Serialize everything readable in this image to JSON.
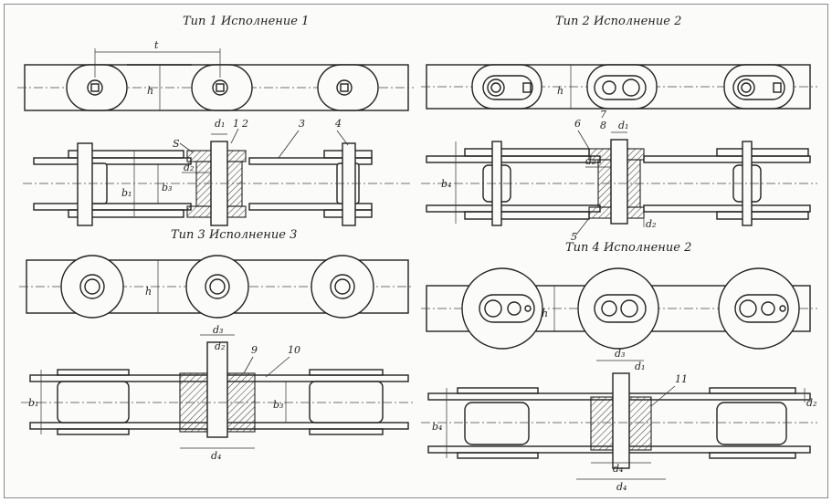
{
  "titles": {
    "type1": "Тип 1  Исполнение 1",
    "type2": "Тип 2  Исполнение 2",
    "type3": "Тип 3  Исполнение 3",
    "type4": "Тип 4  Исполнение 2"
  },
  "labels": {
    "t": "t",
    "h": "h",
    "d1": "d₁",
    "d2": "d₂",
    "d3": "d₃",
    "d4": "d₄",
    "b1": "b₁",
    "b3": "b₃",
    "b4": "b₄",
    "s": "S",
    "n1": "1",
    "n2": "2",
    "n3": "3",
    "n4": "4",
    "n5": "5",
    "n6": "6",
    "n7": "7",
    "n8": "8",
    "n9": "9",
    "n10": "10",
    "n11": "11"
  }
}
